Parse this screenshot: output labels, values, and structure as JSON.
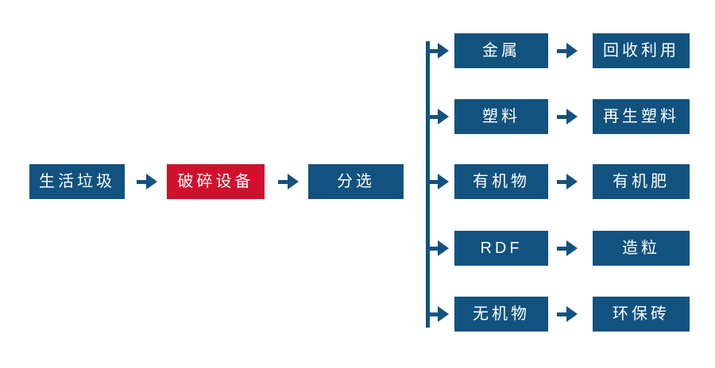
{
  "diagram": {
    "title": "waste-processing-flow",
    "colors": {
      "node_blue": "#12527e",
      "node_red": "#d0112e",
      "node_text": "#ffffff"
    },
    "main_flow": [
      {
        "label": "生活垃圾",
        "color": "blue"
      },
      {
        "label": "破碎设备",
        "color": "red"
      },
      {
        "label": "分选",
        "color": "blue"
      }
    ],
    "branches": [
      {
        "source": "金属",
        "result": "回收利用"
      },
      {
        "source": "塑料",
        "result": "再生塑料"
      },
      {
        "source": "有机物",
        "result": "有机肥"
      },
      {
        "source": "RDF",
        "result": "造粒"
      },
      {
        "source": "无机物",
        "result": "环保砖"
      }
    ]
  }
}
